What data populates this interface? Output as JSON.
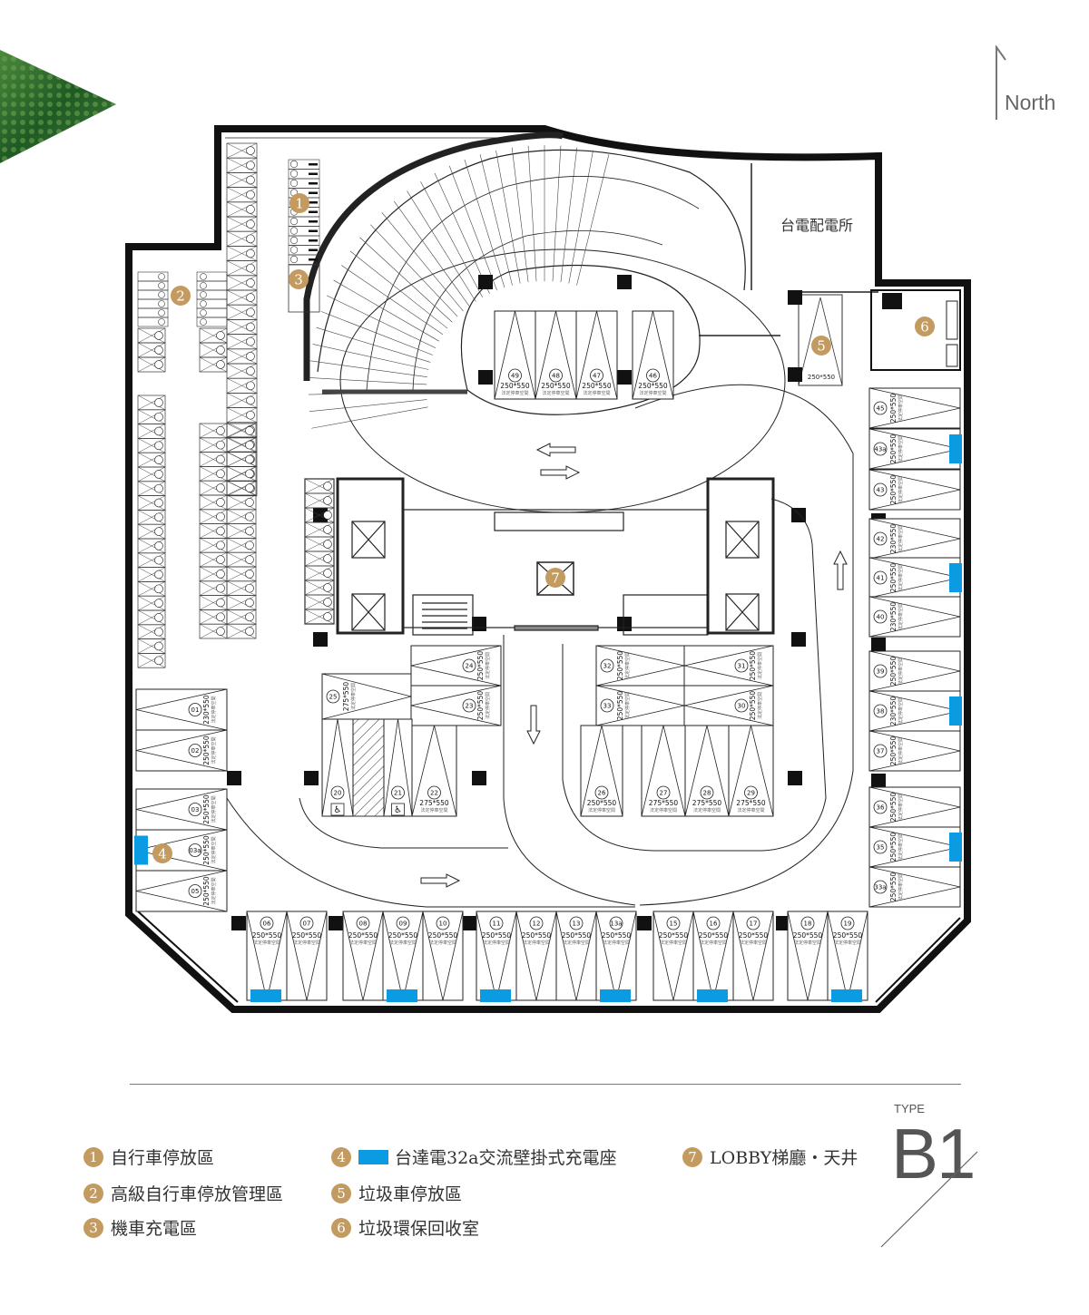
{
  "north_label": "North",
  "rooms": {
    "power_room": "台電配電所"
  },
  "stall_note": "法定停車空間",
  "colors": {
    "badge": "#c39a5f",
    "charger": "#0a9be3",
    "wall": "#111111",
    "forest": "#2e6b2a"
  },
  "markers": [
    "1",
    "2",
    "3",
    "4",
    "5",
    "6",
    "7"
  ],
  "trash_stall_size": "250*550",
  "stalls": {
    "bottom": [
      {
        "id": "06",
        "size": "250*550",
        "charger": true
      },
      {
        "id": "07",
        "size": "250*550"
      },
      {
        "id": "08",
        "size": "250*550"
      },
      {
        "id": "09",
        "size": "250*550",
        "charger": true
      },
      {
        "id": "10",
        "size": "250*550"
      },
      {
        "id": "11",
        "size": "250*550",
        "charger": true
      },
      {
        "id": "12",
        "size": "250*550"
      },
      {
        "id": "13",
        "size": "250*550"
      },
      {
        "id": "13a",
        "size": "250*550",
        "charger": true
      },
      {
        "id": "15",
        "size": "250*550"
      },
      {
        "id": "16",
        "size": "250*550",
        "charger": true
      },
      {
        "id": "17",
        "size": "250*550"
      },
      {
        "id": "18",
        "size": "250*550"
      },
      {
        "id": "19",
        "size": "250*550",
        "charger": true
      }
    ],
    "right": [
      {
        "id": "45",
        "size": "250*550"
      },
      {
        "id": "43a",
        "size": "250*550",
        "charger": true
      },
      {
        "id": "43",
        "size": "250*550"
      },
      {
        "id": "42",
        "size": "230*550"
      },
      {
        "id": "41",
        "size": "250*550",
        "charger": true
      },
      {
        "id": "40",
        "size": "230*550"
      },
      {
        "id": "39",
        "size": "250*550"
      },
      {
        "id": "38",
        "size": "230*550",
        "charger": true
      },
      {
        "id": "37",
        "size": "250*550"
      },
      {
        "id": "36",
        "size": "250*550"
      },
      {
        "id": "35",
        "size": "250*550",
        "charger": true
      },
      {
        "id": "33a",
        "size": "250*550"
      }
    ],
    "left": [
      {
        "id": "01",
        "size": "230*550"
      },
      {
        "id": "02",
        "size": "250*550"
      },
      {
        "id": "03",
        "size": "250*550"
      },
      {
        "id": "03a",
        "size": "250*550",
        "charger": true
      },
      {
        "id": "05",
        "size": "250*550"
      }
    ],
    "top": [
      {
        "id": "49",
        "size": "250*550"
      },
      {
        "id": "48",
        "size": "250*550"
      },
      {
        "id": "47",
        "size": "250*550"
      },
      {
        "id": "46",
        "size": "250*550"
      }
    ],
    "center": [
      {
        "id": "24",
        "size": "250*550"
      },
      {
        "id": "23",
        "size": "250*550"
      },
      {
        "id": "25",
        "size": "275*550"
      },
      {
        "id": "20",
        "size": "",
        "accessible": true
      },
      {
        "id": "21",
        "size": "",
        "accessible": true
      },
      {
        "id": "22",
        "size": "275*550"
      },
      {
        "id": "32",
        "size": "250*550"
      },
      {
        "id": "33",
        "size": "250*550"
      },
      {
        "id": "31",
        "size": "250*550"
      },
      {
        "id": "30",
        "size": "250*550"
      },
      {
        "id": "26",
        "size": "250*550"
      },
      {
        "id": "27",
        "size": "275*550"
      },
      {
        "id": "28",
        "size": "275*550"
      },
      {
        "id": "29",
        "size": "275*550"
      }
    ]
  },
  "legend": [
    {
      "num": "1",
      "label": "自行車停放區"
    },
    {
      "num": "2",
      "label": "高級自行車停放管理區"
    },
    {
      "num": "3",
      "label": "機車充電區"
    },
    {
      "num": "4",
      "label": "台達電32a交流壁掛式充電座",
      "swatch": true
    },
    {
      "num": "5",
      "label": "垃圾車停放區"
    },
    {
      "num": "6",
      "label": "垃圾環保回收室"
    },
    {
      "num": "7",
      "label": "LOBBY梯廳・天井"
    }
  ],
  "type": {
    "label": "TYPE",
    "code": "B1"
  }
}
